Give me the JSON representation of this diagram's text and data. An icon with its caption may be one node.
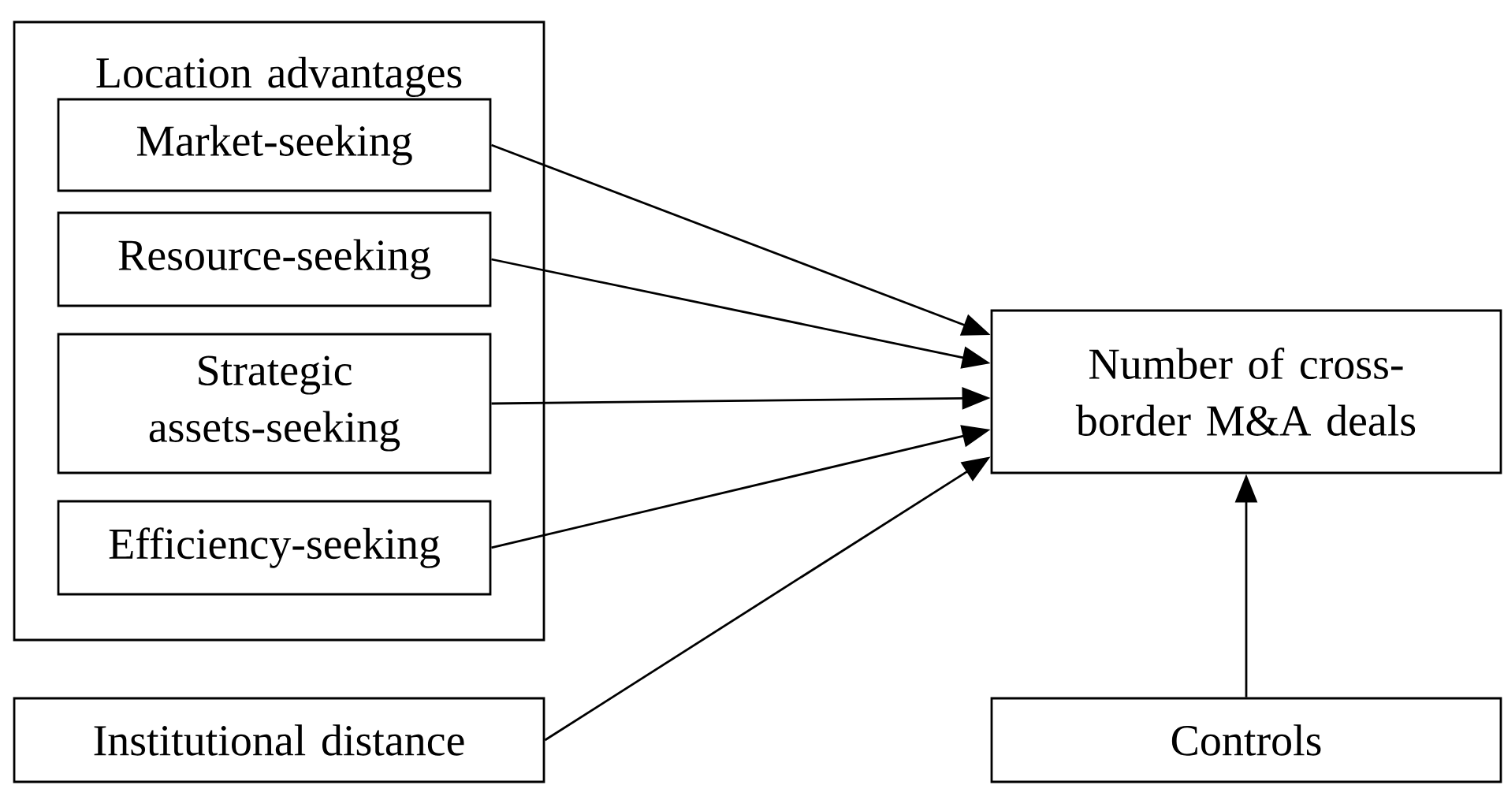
{
  "diagram": {
    "nodes": [
      {
        "text": [
          "Location advantages"
        ]
      },
      {
        "text": [
          "Market-seeking"
        ],
        "in": 0
      },
      {
        "text": [
          "Resource-seeking"
        ],
        "in": 0
      },
      {
        "text": [
          "Strategic assets-seeking"
        ],
        "in": 0
      },
      {
        "text": [
          "Efficiency-seeking"
        ],
        "in": 0
      },
      {
        "text": [
          "Institutional distance"
        ]
      },
      {
        "text": [
          "Number of cross-border M&A deals"
        ]
      },
      {
        "text": [
          "Controls"
        ]
      }
    ],
    "edges": [
      {
        "from": 1,
        "to": 6,
        "arrow": "to"
      },
      {
        "from": 2,
        "to": 6,
        "arrow": "to"
      },
      {
        "from": 3,
        "to": 6,
        "arrow": "to"
      },
      {
        "from": 4,
        "to": 6,
        "arrow": "to"
      },
      {
        "from": 5,
        "to": 6,
        "arrow": "to"
      },
      {
        "from": 7,
        "to": 6,
        "arrow": "to"
      }
    ]
  }
}
